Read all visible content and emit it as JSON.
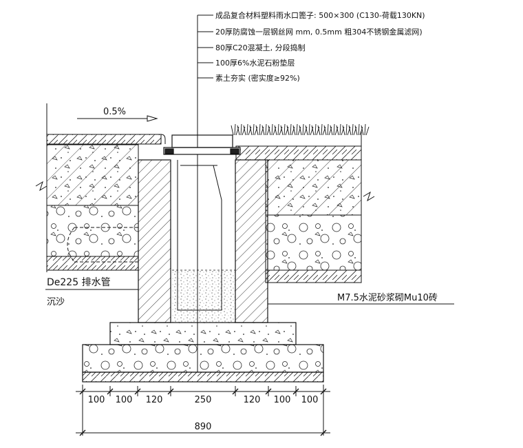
{
  "callouts": [
    "成品复合材料塑料雨水口篦子: 500×300 (C130-荷载130KN)",
    "20厚防腐蚀一层钢丝网 mm, 0.5mm 粗304不锈钢金属滤网)",
    "80厚C20混凝土, 分段捣制",
    "100厚6%水泥石粉垫层",
    "素土夯实 (密实度≥92%)"
  ],
  "slope_label": "0.5%",
  "pipe_label": "De225 排水管",
  "sediment_label": "沉沙",
  "wall_label": "M7.5水泥砂浆砌Mu10砖",
  "dimensions": {
    "segments": [
      "100",
      "100",
      "120",
      "250",
      "120",
      "100",
      "100"
    ],
    "total": "890"
  }
}
